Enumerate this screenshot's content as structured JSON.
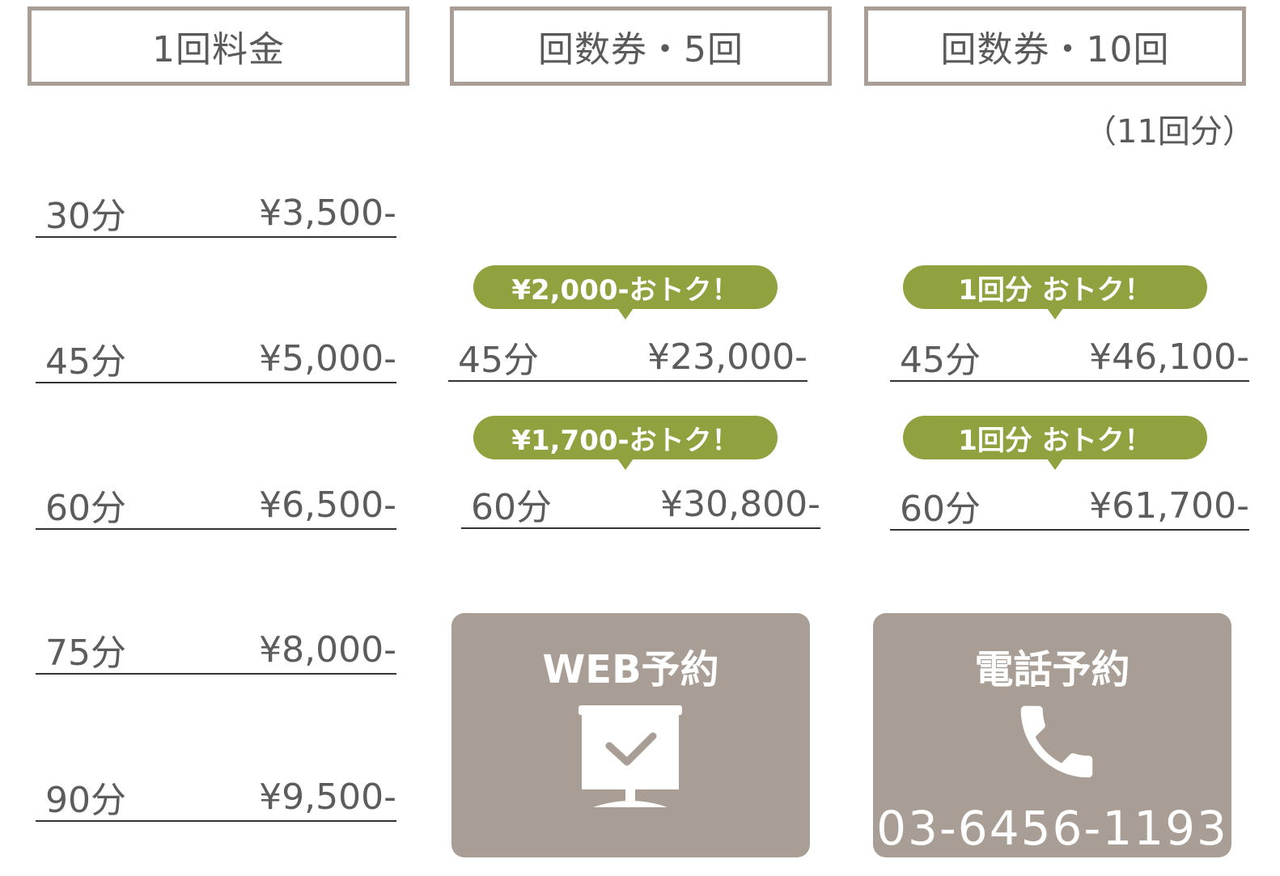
{
  "headers": {
    "single": "1回料金",
    "five": "回数券・5回",
    "ten": "回数券・10回"
  },
  "ten_note": "（11回分）",
  "single_prices": [
    {
      "duration": "30分",
      "price": "¥3,500-"
    },
    {
      "duration": "45分",
      "price": "¥5,000-"
    },
    {
      "duration": "60分",
      "price": "¥6,500-"
    },
    {
      "duration": "75分",
      "price": "¥8,000-"
    },
    {
      "duration": "90分",
      "price": "¥9,500-"
    }
  ],
  "five_prices": [
    {
      "badge": "¥2,000-おトク！",
      "duration": "45分",
      "price": "¥23,000-"
    },
    {
      "badge": "¥1,700-おトク！",
      "duration": "60分",
      "price": "¥30,800-"
    }
  ],
  "ten_prices": [
    {
      "badge": "1回分 おトク！",
      "duration": "45分",
      "price": "¥46,100-"
    },
    {
      "badge": "1回分 おトク！",
      "duration": "60分",
      "price": "¥61,700-"
    }
  ],
  "web_reservation": {
    "label": "WEB予約",
    "icon": "monitor-check-icon"
  },
  "phone_reservation": {
    "label": "電話予約",
    "icon": "phone-icon",
    "phone": "03-6456-1193"
  },
  "colors": {
    "frame": "#a89e95",
    "badge": "#8fa23f",
    "text": "#5c5c5c"
  }
}
